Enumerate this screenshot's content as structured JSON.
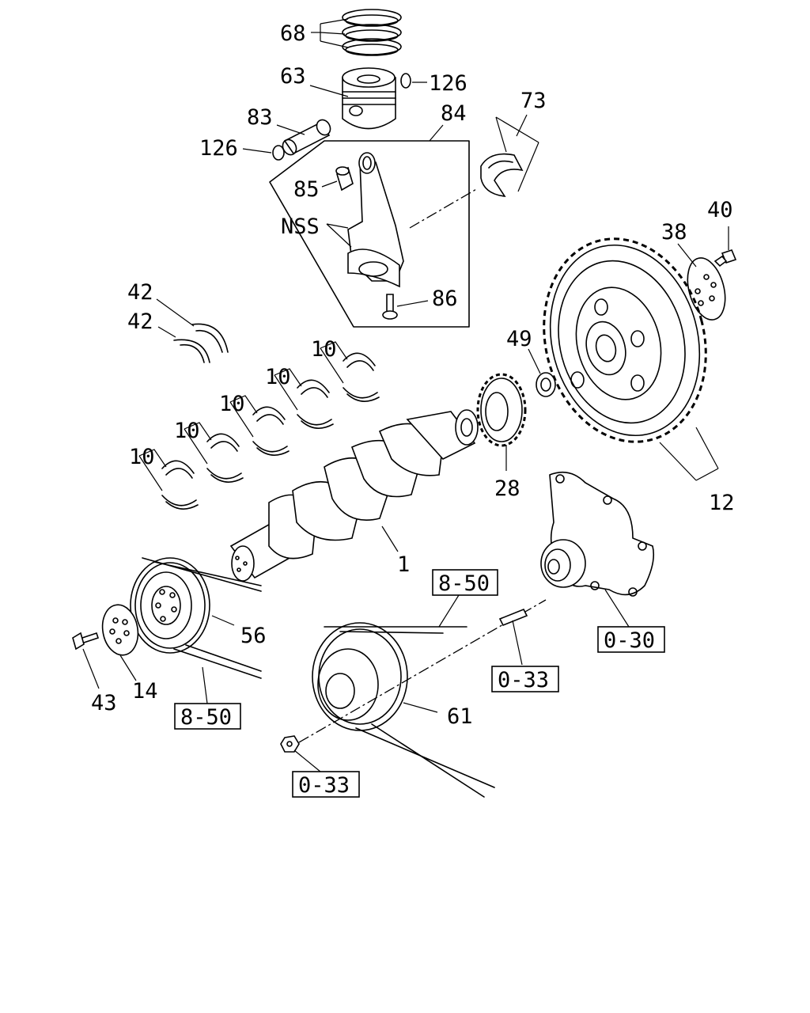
{
  "diagram": {
    "labels": {
      "p68": "68",
      "p63": "63",
      "p126a": "126",
      "p83": "83",
      "p126b": "126",
      "p84": "84",
      "p73": "73",
      "p85": "85",
      "nss": "NSS",
      "p86": "86",
      "p40": "40",
      "p38": "38",
      "p42a": "42",
      "p42b": "42",
      "p10a": "10",
      "p10b": "10",
      "p10c": "10",
      "p10d": "10",
      "p10e": "10",
      "p49": "49",
      "p28": "28",
      "p12": "12",
      "p1": "1",
      "p56": "56",
      "p14": "14",
      "p43": "43",
      "p61": "61"
    },
    "ref_boxes": {
      "belt_upper": "8-50",
      "belt_lower": "8-50",
      "water_pump": "0-30",
      "stud": "0-33",
      "nut": "0-33"
    }
  }
}
